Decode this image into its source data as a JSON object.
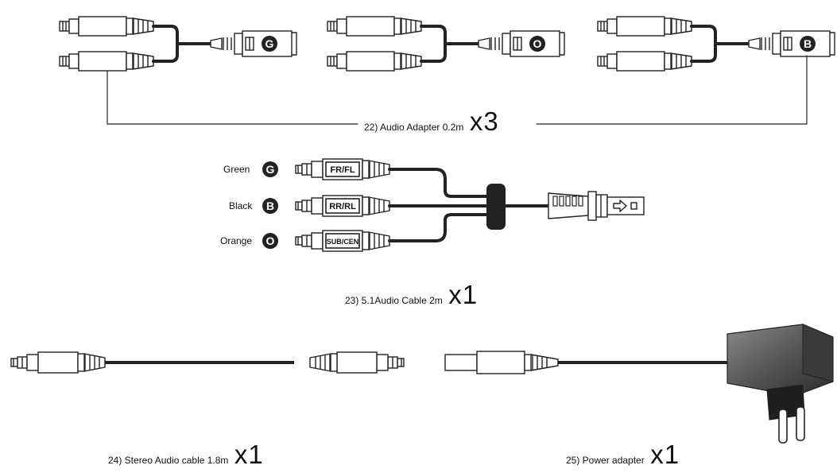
{
  "items": {
    "audio_adapter": {
      "caption": "22) Audio Adapter 0.2m",
      "quantity": "x3"
    },
    "audio_cable": {
      "caption": "23) 5.1Audio Cable 2m",
      "quantity": "x1"
    },
    "stereo_cable": {
      "caption": "24) Stereo Audio cable 1.8m",
      "quantity": "x1"
    },
    "power_adapter": {
      "caption": "25) Power adapter",
      "quantity": "x1"
    }
  },
  "adapter_letters": [
    "G",
    "O",
    "B"
  ],
  "cable_channels": [
    {
      "color_name": "Green",
      "letter": "G",
      "plug_label": "FR/FL"
    },
    {
      "color_name": "Black",
      "letter": "B",
      "plug_label": "RR/RL"
    },
    {
      "color_name": "Orange",
      "letter": "O",
      "plug_label": "SUB/CEN"
    }
  ]
}
